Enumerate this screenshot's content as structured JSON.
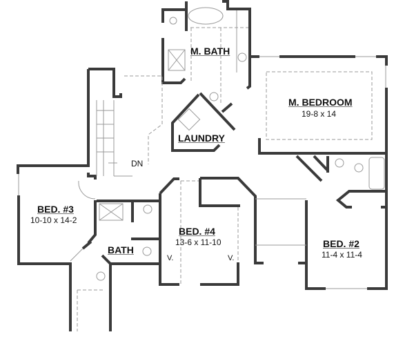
{
  "rooms": {
    "master_bath": {
      "name": "M. BATH"
    },
    "master_bedroom": {
      "name": "M. BEDROOM",
      "size": "19-8 x 14"
    },
    "laundry": {
      "name": "LAUNDRY"
    },
    "bed3": {
      "name": "BED. #3",
      "size": "10-10 x 14-2"
    },
    "bath": {
      "name": "BATH"
    },
    "bed4": {
      "name": "BED. #4",
      "size": "13-6 x 11-10"
    },
    "bed2": {
      "name": "BED. #2",
      "size": "11-4 x 11-4"
    }
  },
  "stair": {
    "label": "DN"
  },
  "markers": [
    "V.",
    "V."
  ]
}
